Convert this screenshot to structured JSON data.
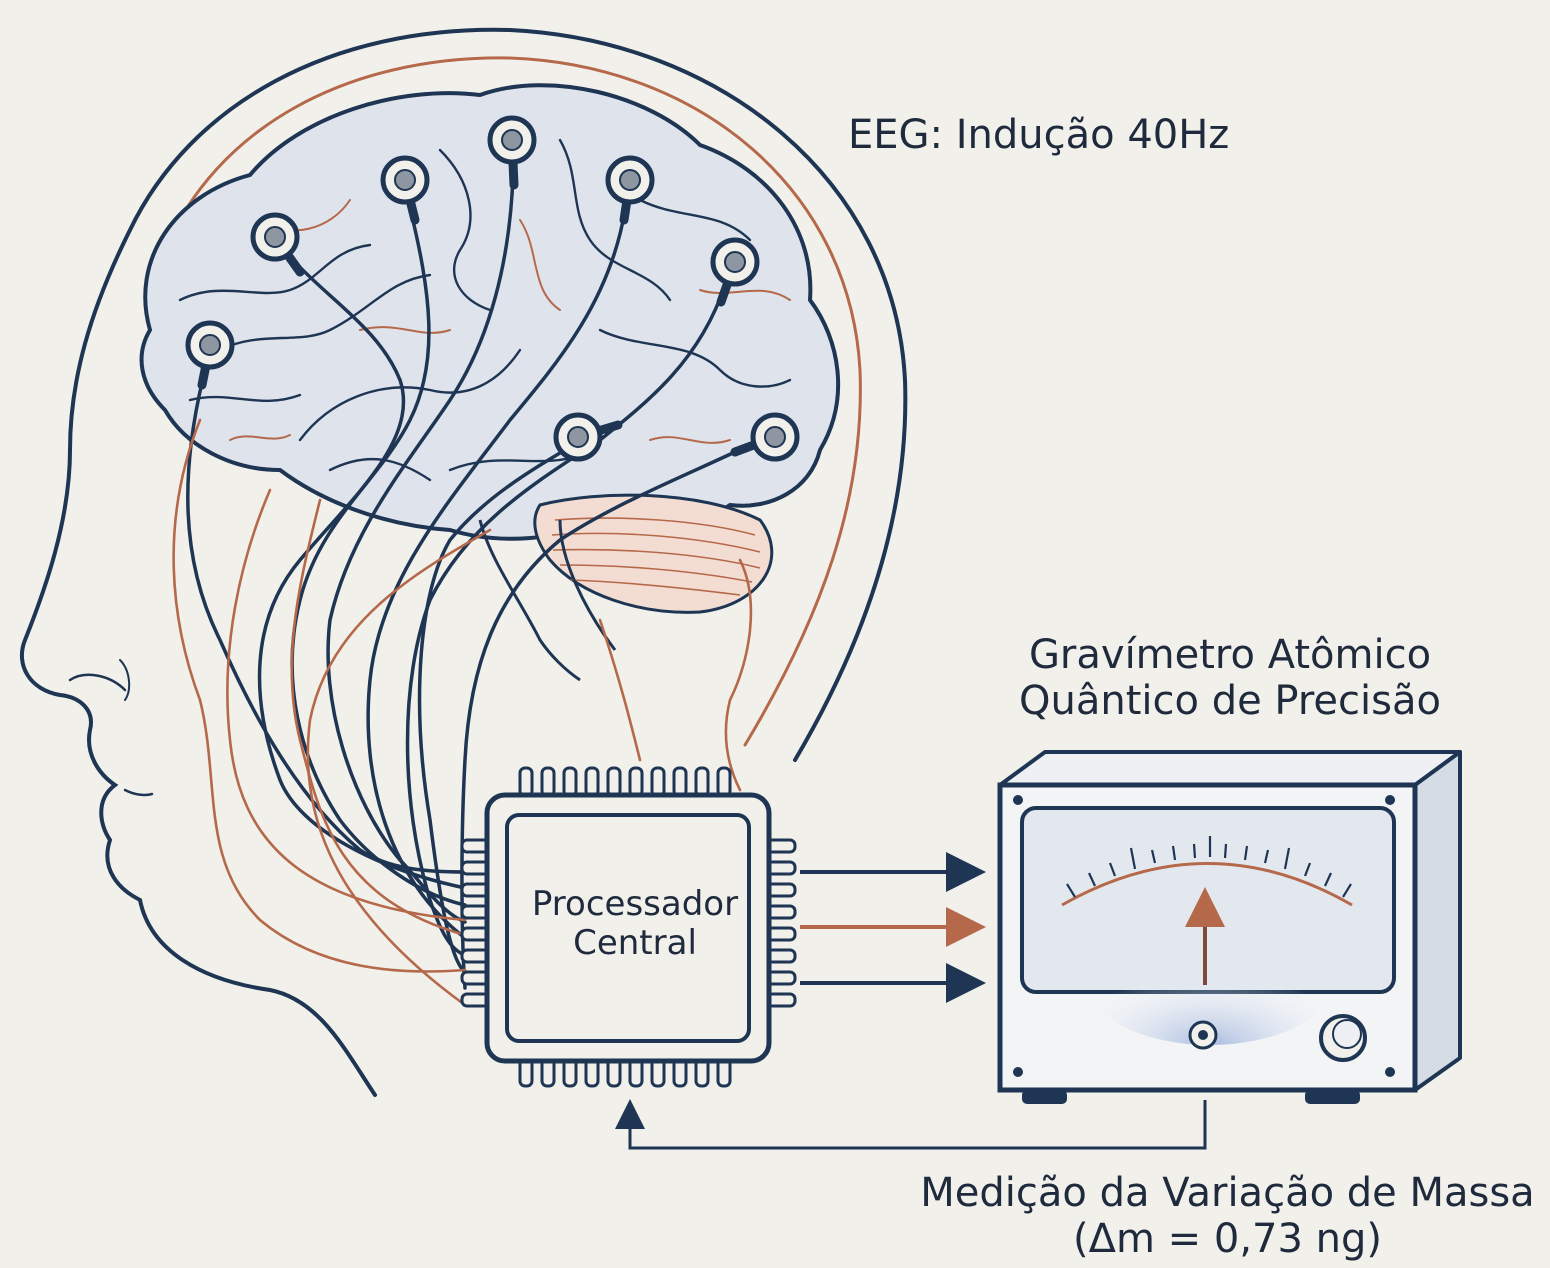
{
  "labels": {
    "eeg": "EEG: Indução 40Hz",
    "gravimeter_line1": "Gravímetro Atômico",
    "gravimeter_line2": "Quântico de Precisão",
    "processor_line1": "Processador",
    "processor_line2": "Central",
    "measurement_line1": "Medição da Variação de Massa",
    "measurement_line2": "(Δm = 0,73 ng)"
  },
  "colors": {
    "background": "#f1f0ea",
    "navy": "#1e3553",
    "rust": "#b5694a",
    "brain_fill": "#dfe4ec",
    "panel_fill": "#e3e8ef"
  },
  "icons": [
    "head-profile",
    "brain",
    "eeg-electrode",
    "microchip",
    "analog-meter",
    "feedback-arrow"
  ]
}
